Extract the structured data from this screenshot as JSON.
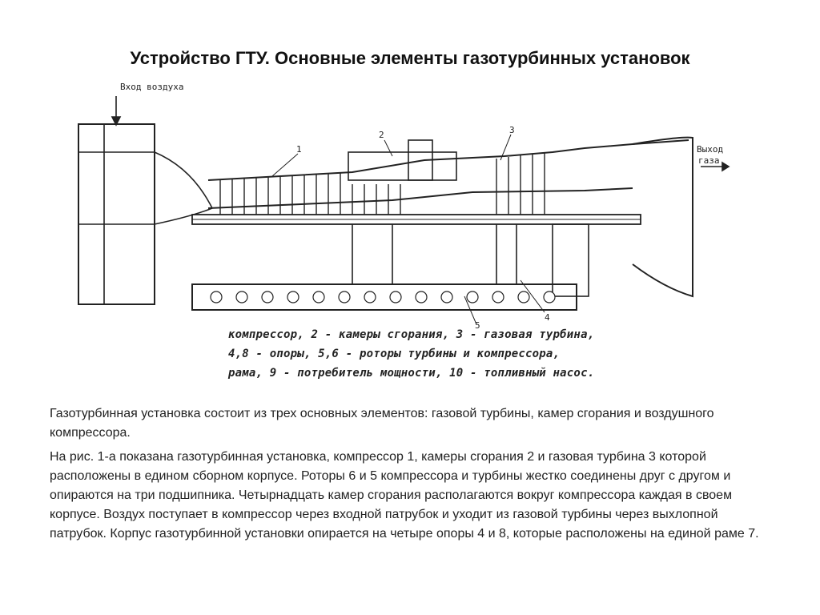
{
  "title": "Устройство ГТУ. Основные элементы газотурбинных установок",
  "figure": {
    "inlet_label": "Вход воздуха",
    "outlet_label_line1": "Выход",
    "outlet_label_line2": "газа",
    "callouts": [
      "1",
      "2",
      "3",
      "4",
      "5"
    ],
    "caption_lines": [
      "компрессор, 2 - камеры сгорания, 3 - газовая турбина,",
      "4,8 - опоры, 5,6 - роторы турбины и компрессора,",
      "рама, 9 - потребитель мощности, 10 - топливный насос."
    ]
  },
  "paragraphs": [
    "Газотурбинная установка состоит из трех основных элементов: газовой турбины, камер сгорания и воздушного компрессора.",
    "На рис. 1-а показана газотурбинная установка, компрессор 1, камеры сгорания 2 и газовая турбина 3 которой расположены в едином сборном корпусе. Роторы 6 и 5 компрессора и турбины жестко соединены друг с другом и опираются на три подшипника. Четырнадцать камер сгорания располагаются вокруг компрессора каждая в своем корпусе. Воздух поступает в компрессор через входной патрубок и уходит из газовой турбины через выхлопной патрубок. Корпус газотурбинной установки опирается на четыре опоры 4 и 8, которые расположены на единой раме 7."
  ]
}
